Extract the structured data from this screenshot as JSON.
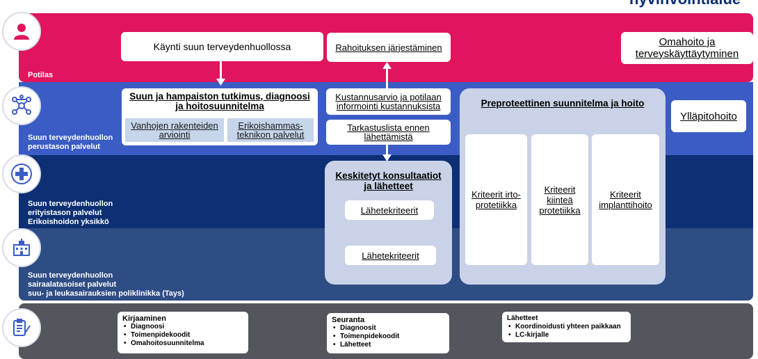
{
  "header": {
    "logo_text": "hyvinvointialue"
  },
  "colors": {
    "patient": "#e0155e",
    "basic": "#3a5cc4",
    "special": "#0d2f73",
    "hospital": "#2f4d85",
    "bottom": "#54565e",
    "panel": "#c9d2e6"
  },
  "bands": {
    "patient": {
      "label": "Potilas",
      "icon": "person-icon"
    },
    "basic": {
      "label": "Suun terveydenhuollon perustason palvelut",
      "icon": "network-icon"
    },
    "special": {
      "label_lines": [
        "Suun terveydenhuollon",
        "erityistason palvelut",
        "Erikoishoidon yksikkö"
      ],
      "icon": "medical-cross-icon"
    },
    "hospital": {
      "label_lines": [
        "Suun terveydenhuollon",
        "sairaalatasoiset palvelut",
        "suu- ja leukasairauksien poliklinikka (Tays)"
      ],
      "icon": "hospital-icon"
    },
    "bottom": {
      "icon": "clipboard-edit-icon"
    }
  },
  "boxes": {
    "visit": "Käynti suun terveydenhuollossa",
    "funding": "Rahoituksen järjestäminen",
    "selfcare": "Omahoito ja terveyskäyttäytyminen",
    "exam_title": "Suun ja hampaiston tutkimus, diagnoosi ja hoitosuunnitelma",
    "exam_sub1": "Vanhojen rakenteiden arviointi",
    "exam_sub2": "Erikoishammas-teknikon palvelut",
    "cost_estimate": "Kustannusarvio ja potilaan informointi kustannuksista",
    "checklist": "Tarkastuslista ennen lähettämistä",
    "maintenance": "Ylläpitohoito"
  },
  "consult_panel": {
    "title": "Keskitetyt konsultaatiot ja lähetteet",
    "criteria1": "Lähetekriteerit",
    "criteria2": "Lähetekriteerit"
  },
  "prosthetic_panel": {
    "title": "Preproteettinen suunnitelma ja hoito",
    "crit1": "Kriteerit irto-protetiikka",
    "crit2": "Kriteerit kiinteä protetiikka",
    "crit3": "Kriteerit implanttihoito"
  },
  "bottom_cards": [
    {
      "title": "Kirjaaminen",
      "items": [
        "Diagnoosi",
        "Toimenpidekoodit",
        "Omahoitosuunnitelma"
      ]
    },
    {
      "title": "Seuranta",
      "items": [
        "Diagnoosit",
        "Toimenpidekoodit",
        "Lähetteet"
      ]
    },
    {
      "title": "Lähetteet",
      "items": [
        "Koordinoidusti yhteen paikkaan",
        "LC-kirjalle"
      ]
    }
  ]
}
